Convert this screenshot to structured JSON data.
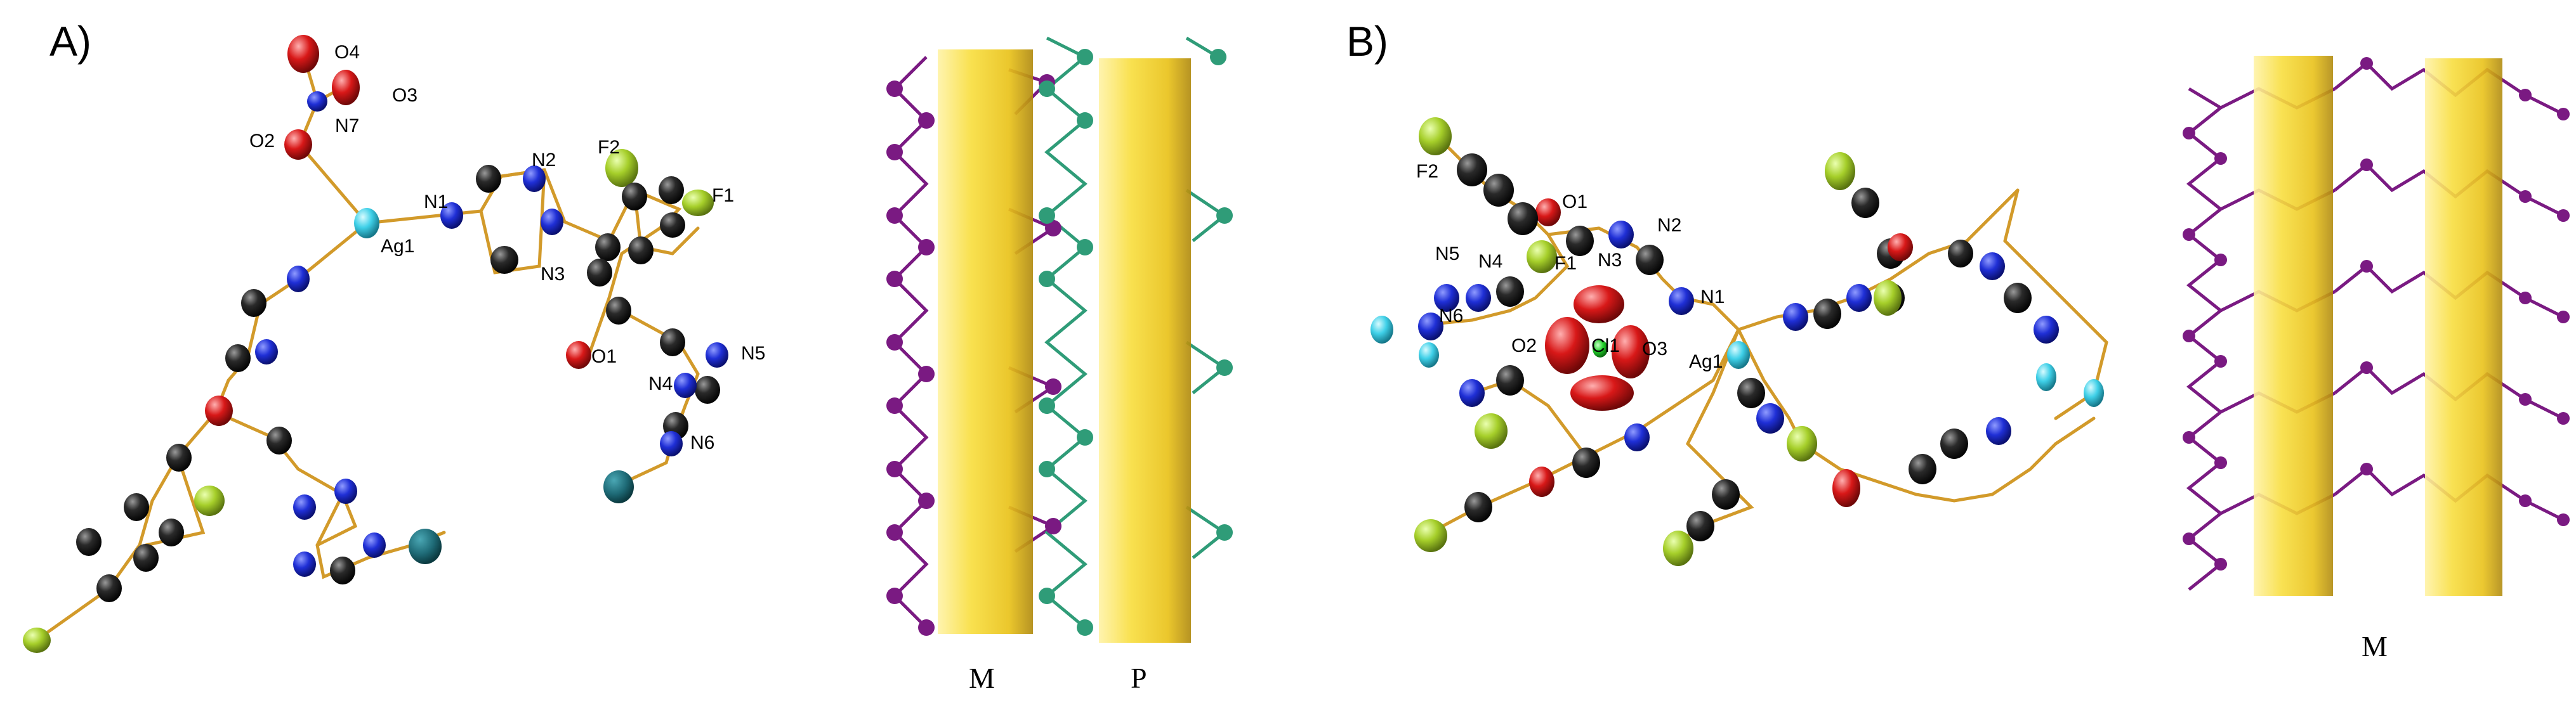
{
  "panels": [
    {
      "letter": "A)",
      "atom_labels": [
        "O4",
        "O3",
        "N7",
        "O2",
        "Ag1",
        "N1",
        "N2",
        "F2",
        "F1",
        "N3",
        "O1",
        "N5",
        "N4",
        "N6"
      ],
      "helix_labels": [
        "M",
        "P"
      ]
    },
    {
      "letter": "B)",
      "atom_labels": [
        "F2",
        "O1",
        "N2",
        "N5",
        "N4",
        "F1",
        "N3",
        "N6",
        "N1",
        "O2",
        "Cl1",
        "O3",
        "Ag1"
      ],
      "helix_labels": [
        "M"
      ]
    }
  ],
  "colors": {
    "carbon": "#1a1a1a",
    "nitrogen": "#1f2fd6",
    "oxygen": "#d81818",
    "fluorine": "#a6cf2a",
    "silver": "#3fd0e8",
    "chlorine": "#22d22a",
    "bond": "#d29a2a",
    "helix": "#f5d020",
    "chain_purple": "#7a1a82",
    "chain_green": "#2f9c78"
  }
}
